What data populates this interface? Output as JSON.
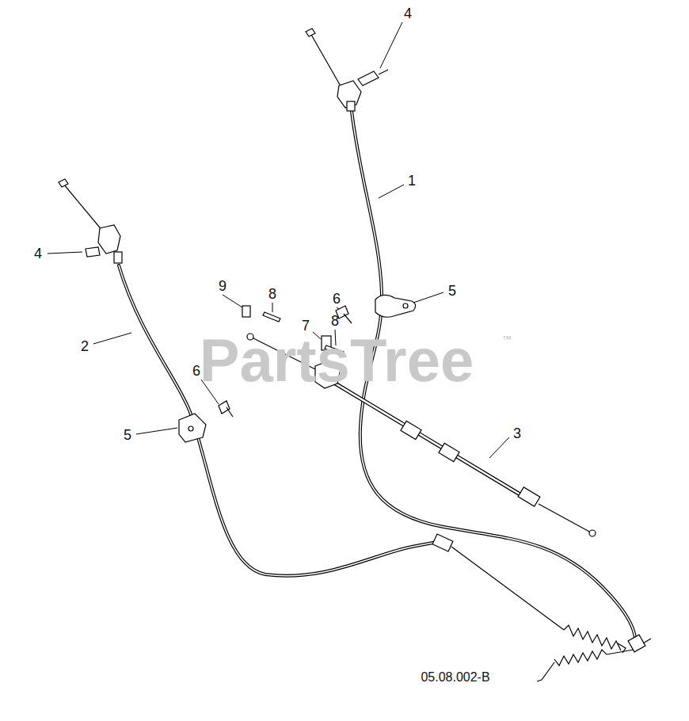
{
  "diagram": {
    "labels": [
      "4",
      "1",
      "4",
      "9",
      "5",
      "8",
      "6",
      "8",
      "7",
      "™",
      "2",
      "PartsTree",
      "6",
      "3",
      "5",
      "05.08.002-B"
    ]
  }
}
